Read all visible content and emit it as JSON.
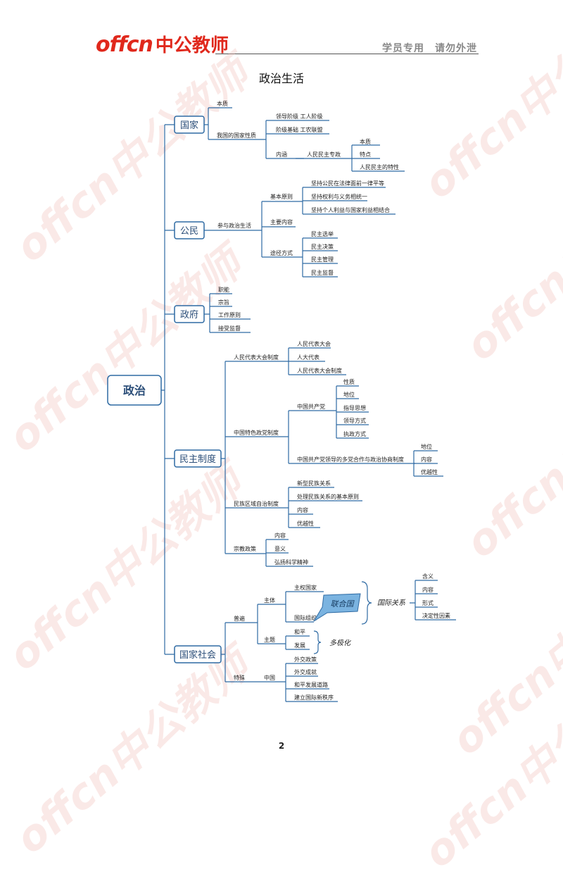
{
  "header": {
    "brand": "offcn",
    "brand_cn": "中公教师",
    "right_text": "学员专用　请勿外泄"
  },
  "title": "政治生活",
  "page_number": "2",
  "watermark": "offcn中公教师",
  "colors": {
    "line": "#2e6aa3",
    "box_border": "#2e6aa3",
    "highlight": "#5b9bd5",
    "brand": "#e0281c"
  },
  "diagram": {
    "root": "政治",
    "branches": {
      "guojia": {
        "label": "国家",
        "benzhi": "本质",
        "xingzhi": "我国的国家性质",
        "lingdao": "领导阶级  工人阶级",
        "jichu": "阶级基础  工农联盟",
        "neihan": "内涵",
        "zhuanzheng": "人民民主专政",
        "z1": "本质",
        "z2": "特点",
        "z3": "人民民主的特性"
      },
      "gongmin": {
        "label": "公民",
        "canyu": "参与政治生活",
        "yuanze": "基本原则",
        "y1": "坚持公民在法律面前一律平等",
        "y2": "坚持权利与义务相统一",
        "y3": "坚持个人利益与国家利益相结合",
        "neirong": "主要内容",
        "tujing": "途径方式",
        "t1": "民主选举",
        "t2": "民主决策",
        "t3": "民主管理",
        "t4": "民主监督"
      },
      "zhengfu": {
        "label": "政府",
        "items": [
          "职能",
          "宗旨",
          "工作原则",
          "接受监督"
        ]
      },
      "minzhu": {
        "label": "民主制度",
        "renda": "人民代表大会制度",
        "r1": "人民代表大会",
        "r2": "人大代表",
        "r3": "人民代表大会制度",
        "zhengdang": "中国特色政党制度",
        "gcd": "中国共产党",
        "g1": "性质",
        "g2": "地位",
        "g3": "指导思想",
        "g4": "领导方式",
        "g5": "执政方式",
        "duodang": "中国共产党领导的多党合作与政治协商制度",
        "d1": "地位",
        "d2": "内容",
        "d3": "优越性",
        "minzu": "民族区域自治制度",
        "m1": "新型民族关系",
        "m2": "处理民族关系的基本原则",
        "m3": "内容",
        "m4": "优越性",
        "zongjiao": "宗教政策",
        "zj1": "内容",
        "zj2": "意义",
        "zj3": "弘扬科学精神"
      },
      "shehui": {
        "label": "国家社会",
        "pubian": "普遍",
        "zhuti": "主体",
        "zhuquan": "主权国家",
        "zuzhi": "国际组织",
        "lianheguo": "联合国",
        "guanxi": "国际关系",
        "gx1": "含义",
        "gx2": "内容",
        "gx3": "形式",
        "gx4": "决定性因素",
        "zhuti_theme": "主题",
        "heping": "和平",
        "fazhan": "发展",
        "duojihua": "多极化",
        "teshu": "特殊",
        "zhongguo": "中国",
        "c1": "外交政策",
        "c2": "外交成就",
        "c3": "和平发展道路",
        "c4": "建立国际新秩序"
      }
    }
  }
}
